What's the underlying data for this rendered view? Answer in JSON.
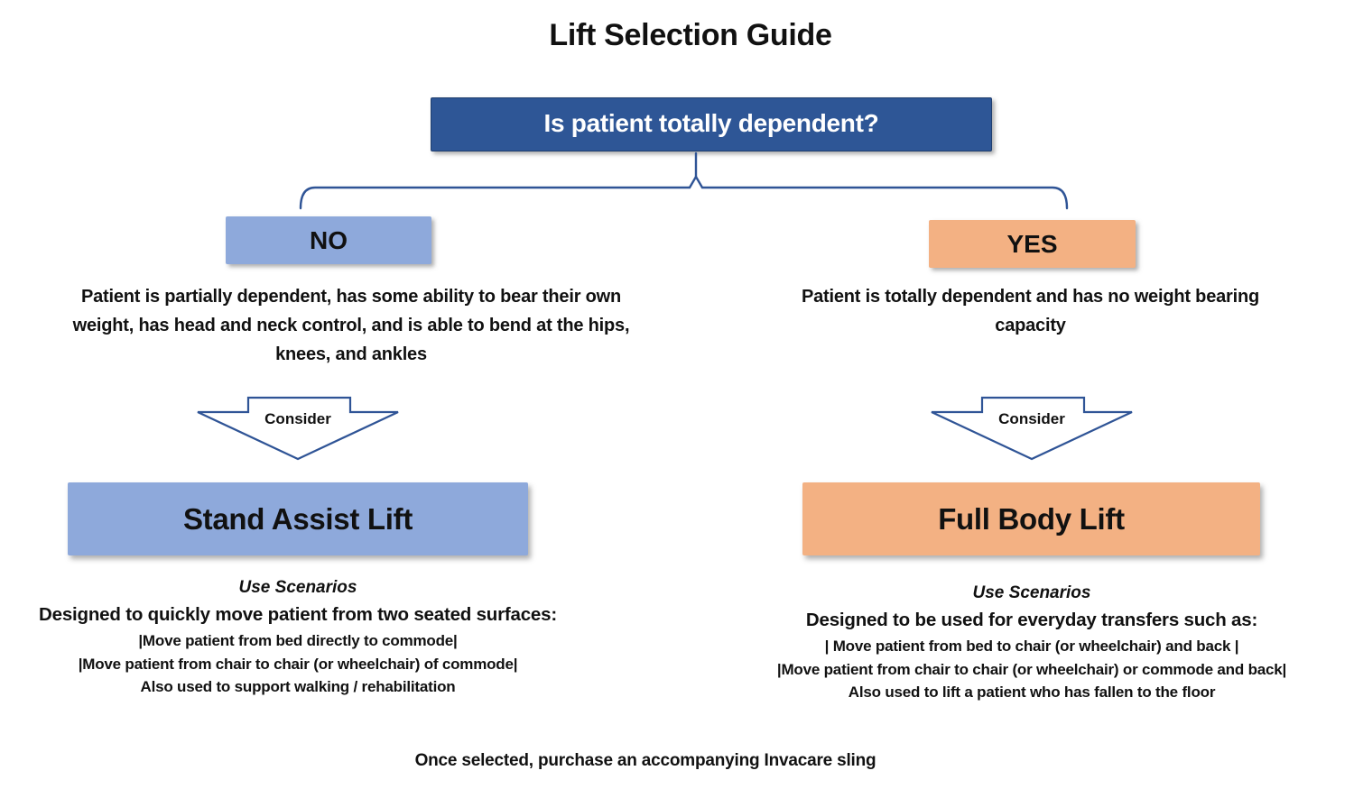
{
  "page": {
    "title": "Lift Selection Guide",
    "footer": "Once selected, purchase an accompanying Invacare sling"
  },
  "question": {
    "label": "Is patient totally dependent?"
  },
  "branches": {
    "no": {
      "answer": "NO",
      "description": "Patient is partially dependent, has some ability to bear their own weight, has head and neck control, and is able to bend at the hips, knees, and ankles",
      "consider_label": "Consider",
      "lift": "Stand Assist Lift",
      "scenarios_title": "Use Scenarios",
      "scenarios_heading": "Designed to quickly move patient from two seated surfaces:",
      "scenarios": [
        "|Move patient from bed directly to commode|",
        "|Move patient from chair to chair (or wheelchair) of commode|",
        "Also used to support walking / rehabilitation"
      ]
    },
    "yes": {
      "answer": "YES",
      "description": "Patient is totally dependent and has no weight bearing capacity",
      "consider_label": "Consider",
      "lift": "Full Body Lift",
      "scenarios_title": "Use Scenarios",
      "scenarios_heading": "Designed to be used for everyday transfers such as:",
      "scenarios": [
        "| Move patient from bed to chair (or wheelchair) and back |",
        "|Move patient from chair to chair (or wheelchair) or commode and back|",
        "Also used to lift a patient who has fallen to the floor"
      ]
    }
  },
  "colors": {
    "question_bg": "#2E5696",
    "question_border": "#1F3E6E",
    "question_text": "#FFFFFF",
    "no_bg": "#8EA9DB",
    "yes_bg": "#F3B183",
    "outline_stroke": "#2F5496",
    "text": "#111111",
    "background": "#FFFFFF"
  }
}
